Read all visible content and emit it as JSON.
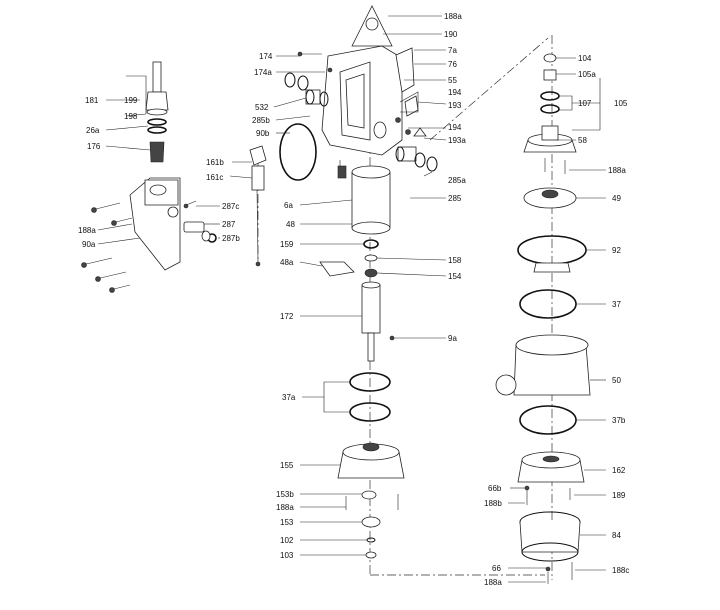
{
  "labels": {
    "l188a_top": "188a",
    "l190": "190",
    "l7a": "7a",
    "l76": "76",
    "l55": "55",
    "l194a": "194",
    "l193": "193",
    "l194b": "194",
    "l193a": "193a",
    "l174": "174",
    "l174a": "174a",
    "l532": "532",
    "l285b": "285b",
    "l90b": "90b",
    "l161b": "161b",
    "l161c": "161c",
    "l285a": "285a",
    "l285": "285",
    "l181": "181",
    "l199": "199",
    "l198": "198",
    "l26a": "26a",
    "l176": "176",
    "l287c": "287c",
    "l188a_l": "188a",
    "l287": "287",
    "l90a": "90a",
    "l287b": "287b",
    "l6a": "6a",
    "l48": "48",
    "l159": "159",
    "l158": "158",
    "l48a": "48a",
    "l154": "154",
    "l172": "172",
    "l9a": "9a",
    "l37a": "37a",
    "l155": "155",
    "l153b": "153b",
    "l188a_c": "188a",
    "l153": "153",
    "l102": "102",
    "l103": "103",
    "l104": "104",
    "l105a": "105a",
    "l107": "107",
    "l105": "105",
    "l58": "58",
    "l188a_r": "188a",
    "l49": "49",
    "l92": "92",
    "l37": "37",
    "l50": "50",
    "l37b": "37b",
    "l162": "162",
    "l66b": "66b",
    "l188b": "188b",
    "l189": "189",
    "l84": "84",
    "l66": "66",
    "l188a_b": "188a",
    "l188c": "188c"
  }
}
